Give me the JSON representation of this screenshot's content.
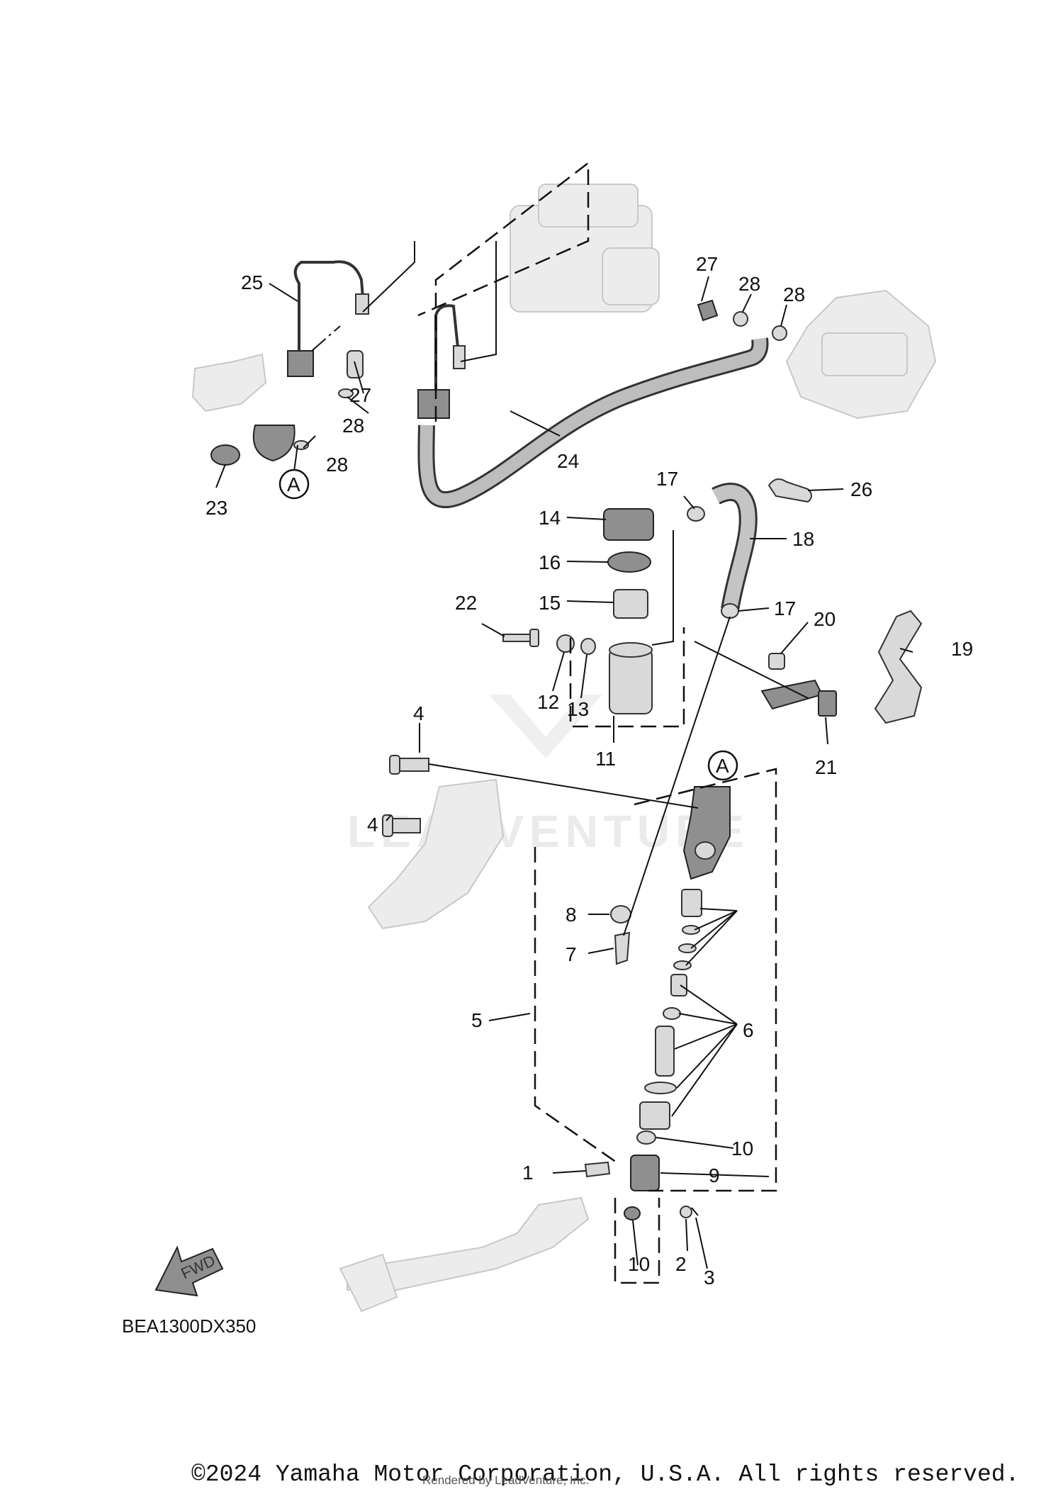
{
  "diagram": {
    "code": "BEA1300DX350",
    "fwd_label": "FWD",
    "ref_marker": "A",
    "watermark": "LEADVENTURE"
  },
  "callouts": [
    {
      "id": "c1",
      "text": "1"
    },
    {
      "id": "c2",
      "text": "2"
    },
    {
      "id": "c3",
      "text": "3"
    },
    {
      "id": "c4a",
      "text": "4"
    },
    {
      "id": "c4b",
      "text": "4"
    },
    {
      "id": "c5",
      "text": "5"
    },
    {
      "id": "c6",
      "text": "6"
    },
    {
      "id": "c7",
      "text": "7"
    },
    {
      "id": "c8",
      "text": "8"
    },
    {
      "id": "c9",
      "text": "9"
    },
    {
      "id": "c10a",
      "text": "10"
    },
    {
      "id": "c10b",
      "text": "10"
    },
    {
      "id": "c11",
      "text": "11"
    },
    {
      "id": "c12",
      "text": "12"
    },
    {
      "id": "c13",
      "text": "13"
    },
    {
      "id": "c14",
      "text": "14"
    },
    {
      "id": "c15",
      "text": "15"
    },
    {
      "id": "c16",
      "text": "16"
    },
    {
      "id": "c17a",
      "text": "17"
    },
    {
      "id": "c17b",
      "text": "17"
    },
    {
      "id": "c18",
      "text": "18"
    },
    {
      "id": "c19",
      "text": "19"
    },
    {
      "id": "c20",
      "text": "20"
    },
    {
      "id": "c21",
      "text": "21"
    },
    {
      "id": "c22",
      "text": "22"
    },
    {
      "id": "c23",
      "text": "23"
    },
    {
      "id": "c24",
      "text": "24"
    },
    {
      "id": "c25",
      "text": "25"
    },
    {
      "id": "c26",
      "text": "26"
    },
    {
      "id": "c27a",
      "text": "27"
    },
    {
      "id": "c27b",
      "text": "27"
    },
    {
      "id": "c28a",
      "text": "28"
    },
    {
      "id": "c28b",
      "text": "28"
    },
    {
      "id": "c28c",
      "text": "28"
    },
    {
      "id": "c28d",
      "text": "28"
    }
  ],
  "footer": {
    "copyright": "©2024 Yamaha Motor Corporation, U.S.A. All rights reserved.",
    "rendered_by": "Rendered by LeadVenture, Inc."
  }
}
